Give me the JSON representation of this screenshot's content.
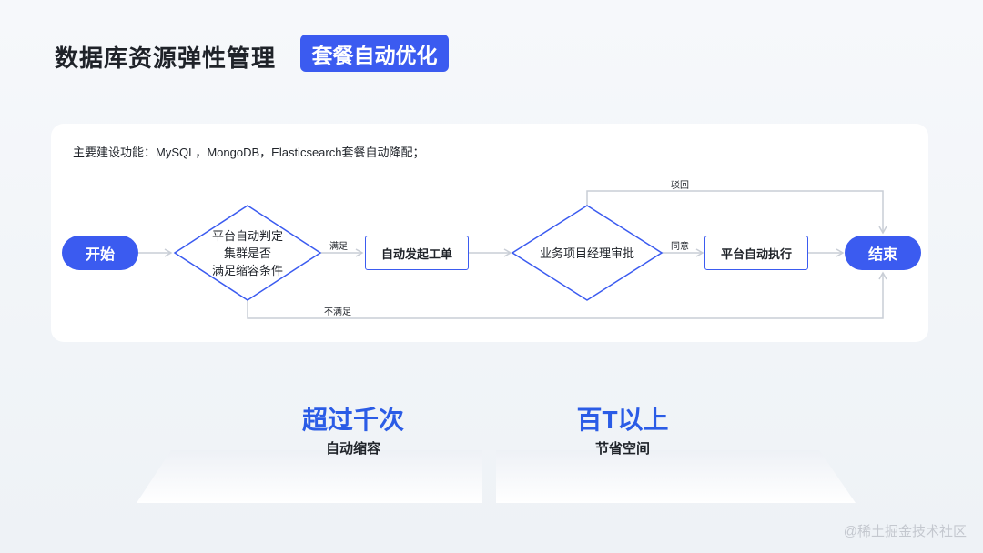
{
  "header": {
    "title": "数据库资源弹性管理",
    "badge": "套餐自动优化"
  },
  "panel": {
    "intro": "主要建设功能：MySQL，MongoDB，Elasticsearch套餐自动降配；"
  },
  "flow": {
    "start": "开始",
    "decision1": [
      "平台自动判定",
      "集群是否",
      "满足缩容条件"
    ],
    "step_ticket": "自动发起工单",
    "decision2": "业务项目经理审批",
    "step_exec": "平台自动执行",
    "end": "结束",
    "edge_satisfied": "满足",
    "edge_not_satisfied": "不满足",
    "edge_approved": "同意",
    "edge_rejected": "驳回"
  },
  "stats": [
    {
      "value": "超过千次",
      "label": "自动缩容"
    },
    {
      "value": "百T以上",
      "label": "节省空间"
    }
  ],
  "watermark": "@稀土掘金技术社区",
  "colors": {
    "accent": "#3b5bf0",
    "stat": "#2b5ce6",
    "line": "#c9ced6"
  }
}
